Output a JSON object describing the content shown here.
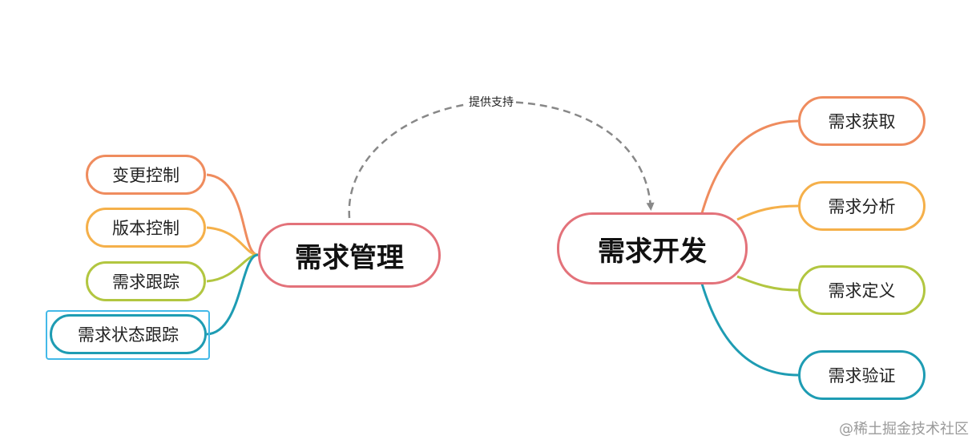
{
  "central_left": {
    "label": "需求管理",
    "color": "#e3727a"
  },
  "central_right": {
    "label": "需求开发",
    "color": "#e3727a"
  },
  "left_branches": [
    {
      "label": "变更控制",
      "color": "#ef8c5e"
    },
    {
      "label": "版本控制",
      "color": "#f5b04a"
    },
    {
      "label": "需求跟踪",
      "color": "#b2c640"
    },
    {
      "label": "需求状态跟踪",
      "color": "#1e9cb3",
      "selected": true
    }
  ],
  "right_branches": [
    {
      "label": "需求获取",
      "color": "#ef8c5e"
    },
    {
      "label": "需求分析",
      "color": "#f5b04a"
    },
    {
      "label": "需求定义",
      "color": "#b2c640"
    },
    {
      "label": "需求验证",
      "color": "#1e9cb3"
    }
  ],
  "relationship": {
    "label": "提供支持",
    "color": "#888888"
  },
  "watermark": "@稀土掘金技术社区",
  "selection_color": "#43b9e8"
}
